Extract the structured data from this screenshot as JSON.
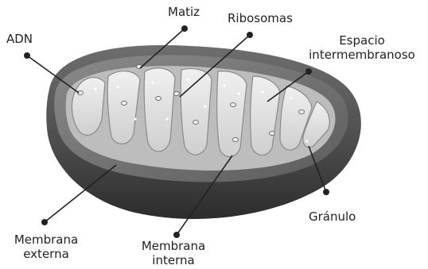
{
  "labels": {
    "adn": "ADN",
    "matiz": "Matiz",
    "ribosomas": "Ribosomas",
    "espacio_line1": "Espacio",
    "espacio_line2": "intermembranoso",
    "granulo": "Gránulo",
    "membrana_externa_line1": "Membrana",
    "membrana_externa_line2": "externa",
    "membrana_interna_line1": "Membrana",
    "membrana_interna_line2": "interna"
  },
  "colors": {
    "outer_membrane": "#5a5a5a",
    "matrix": "#c8c8c8",
    "cristae": "#e6e6e6",
    "pointer": "#222222",
    "text": "#222222"
  }
}
